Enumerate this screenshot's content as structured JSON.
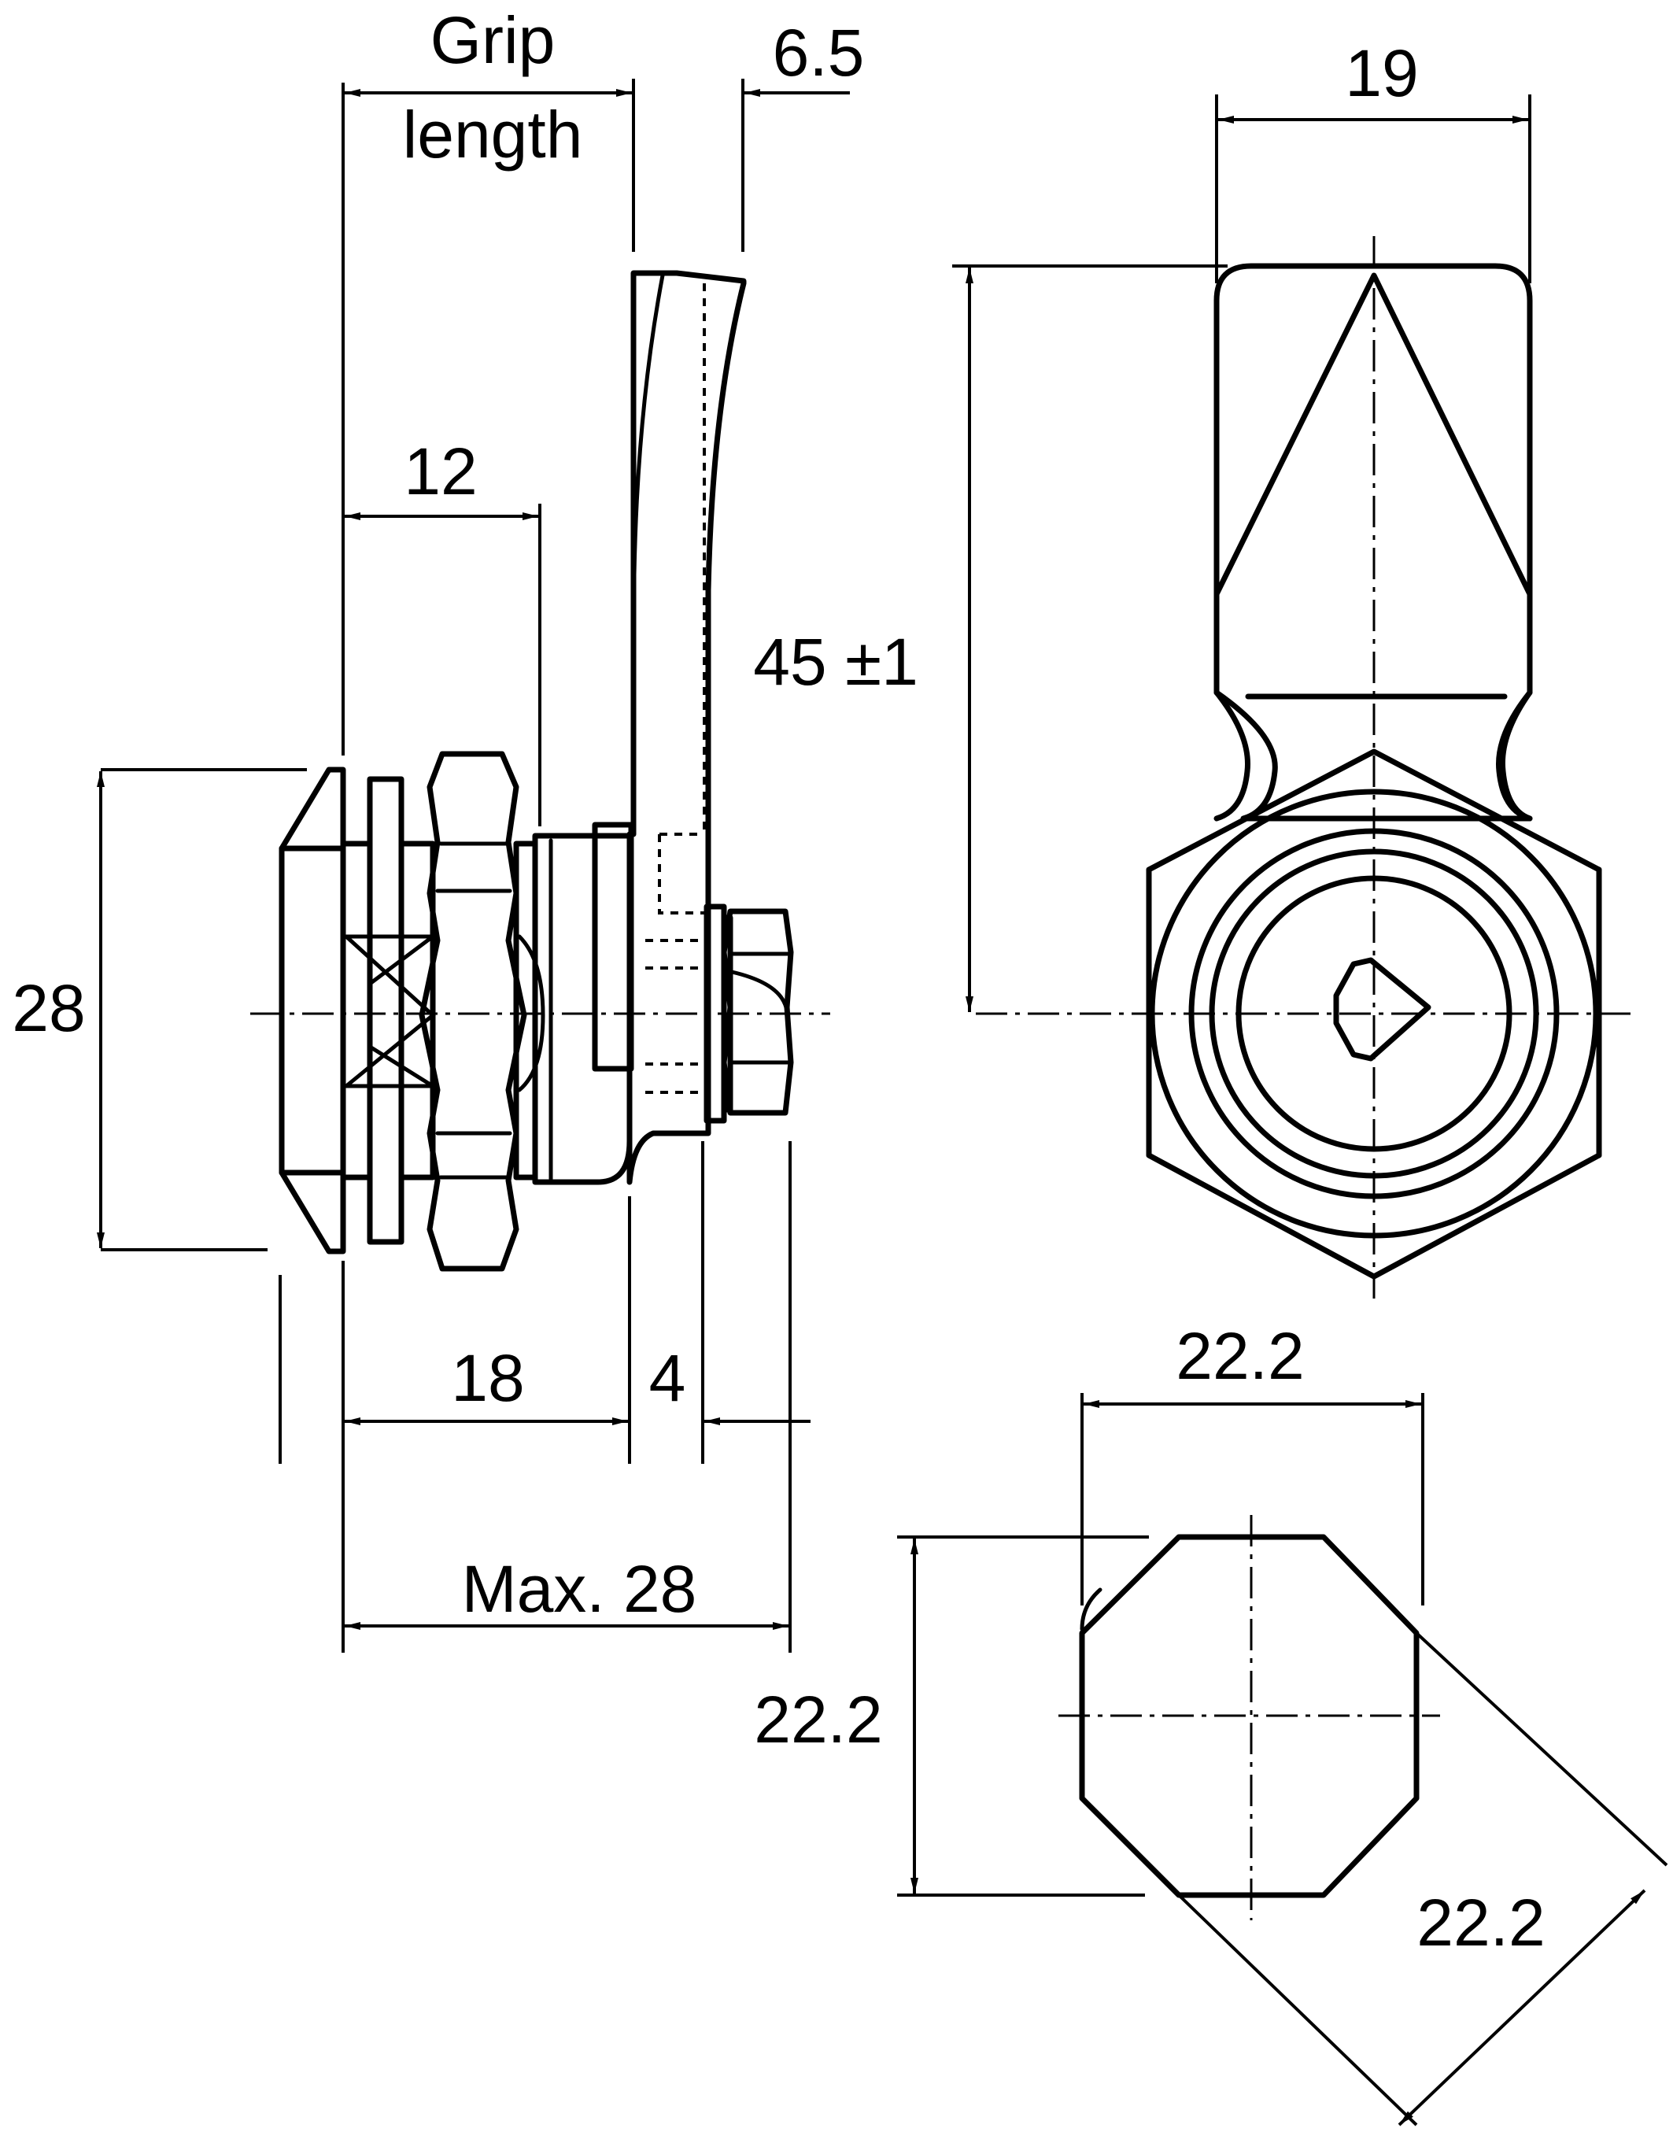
{
  "dimensions": {
    "grip_line1": "Grip",
    "grip_line2": "length",
    "d_6_5": "6.5",
    "d_12": "12",
    "d_28": "28",
    "d_18": "18",
    "d_4": "4",
    "d_max28": "Max. 28",
    "d_19": "19",
    "d_45": "45 ±1",
    "d_22_top": "22.2",
    "d_22_left": "22.2",
    "d_22_diag": "22.2"
  }
}
